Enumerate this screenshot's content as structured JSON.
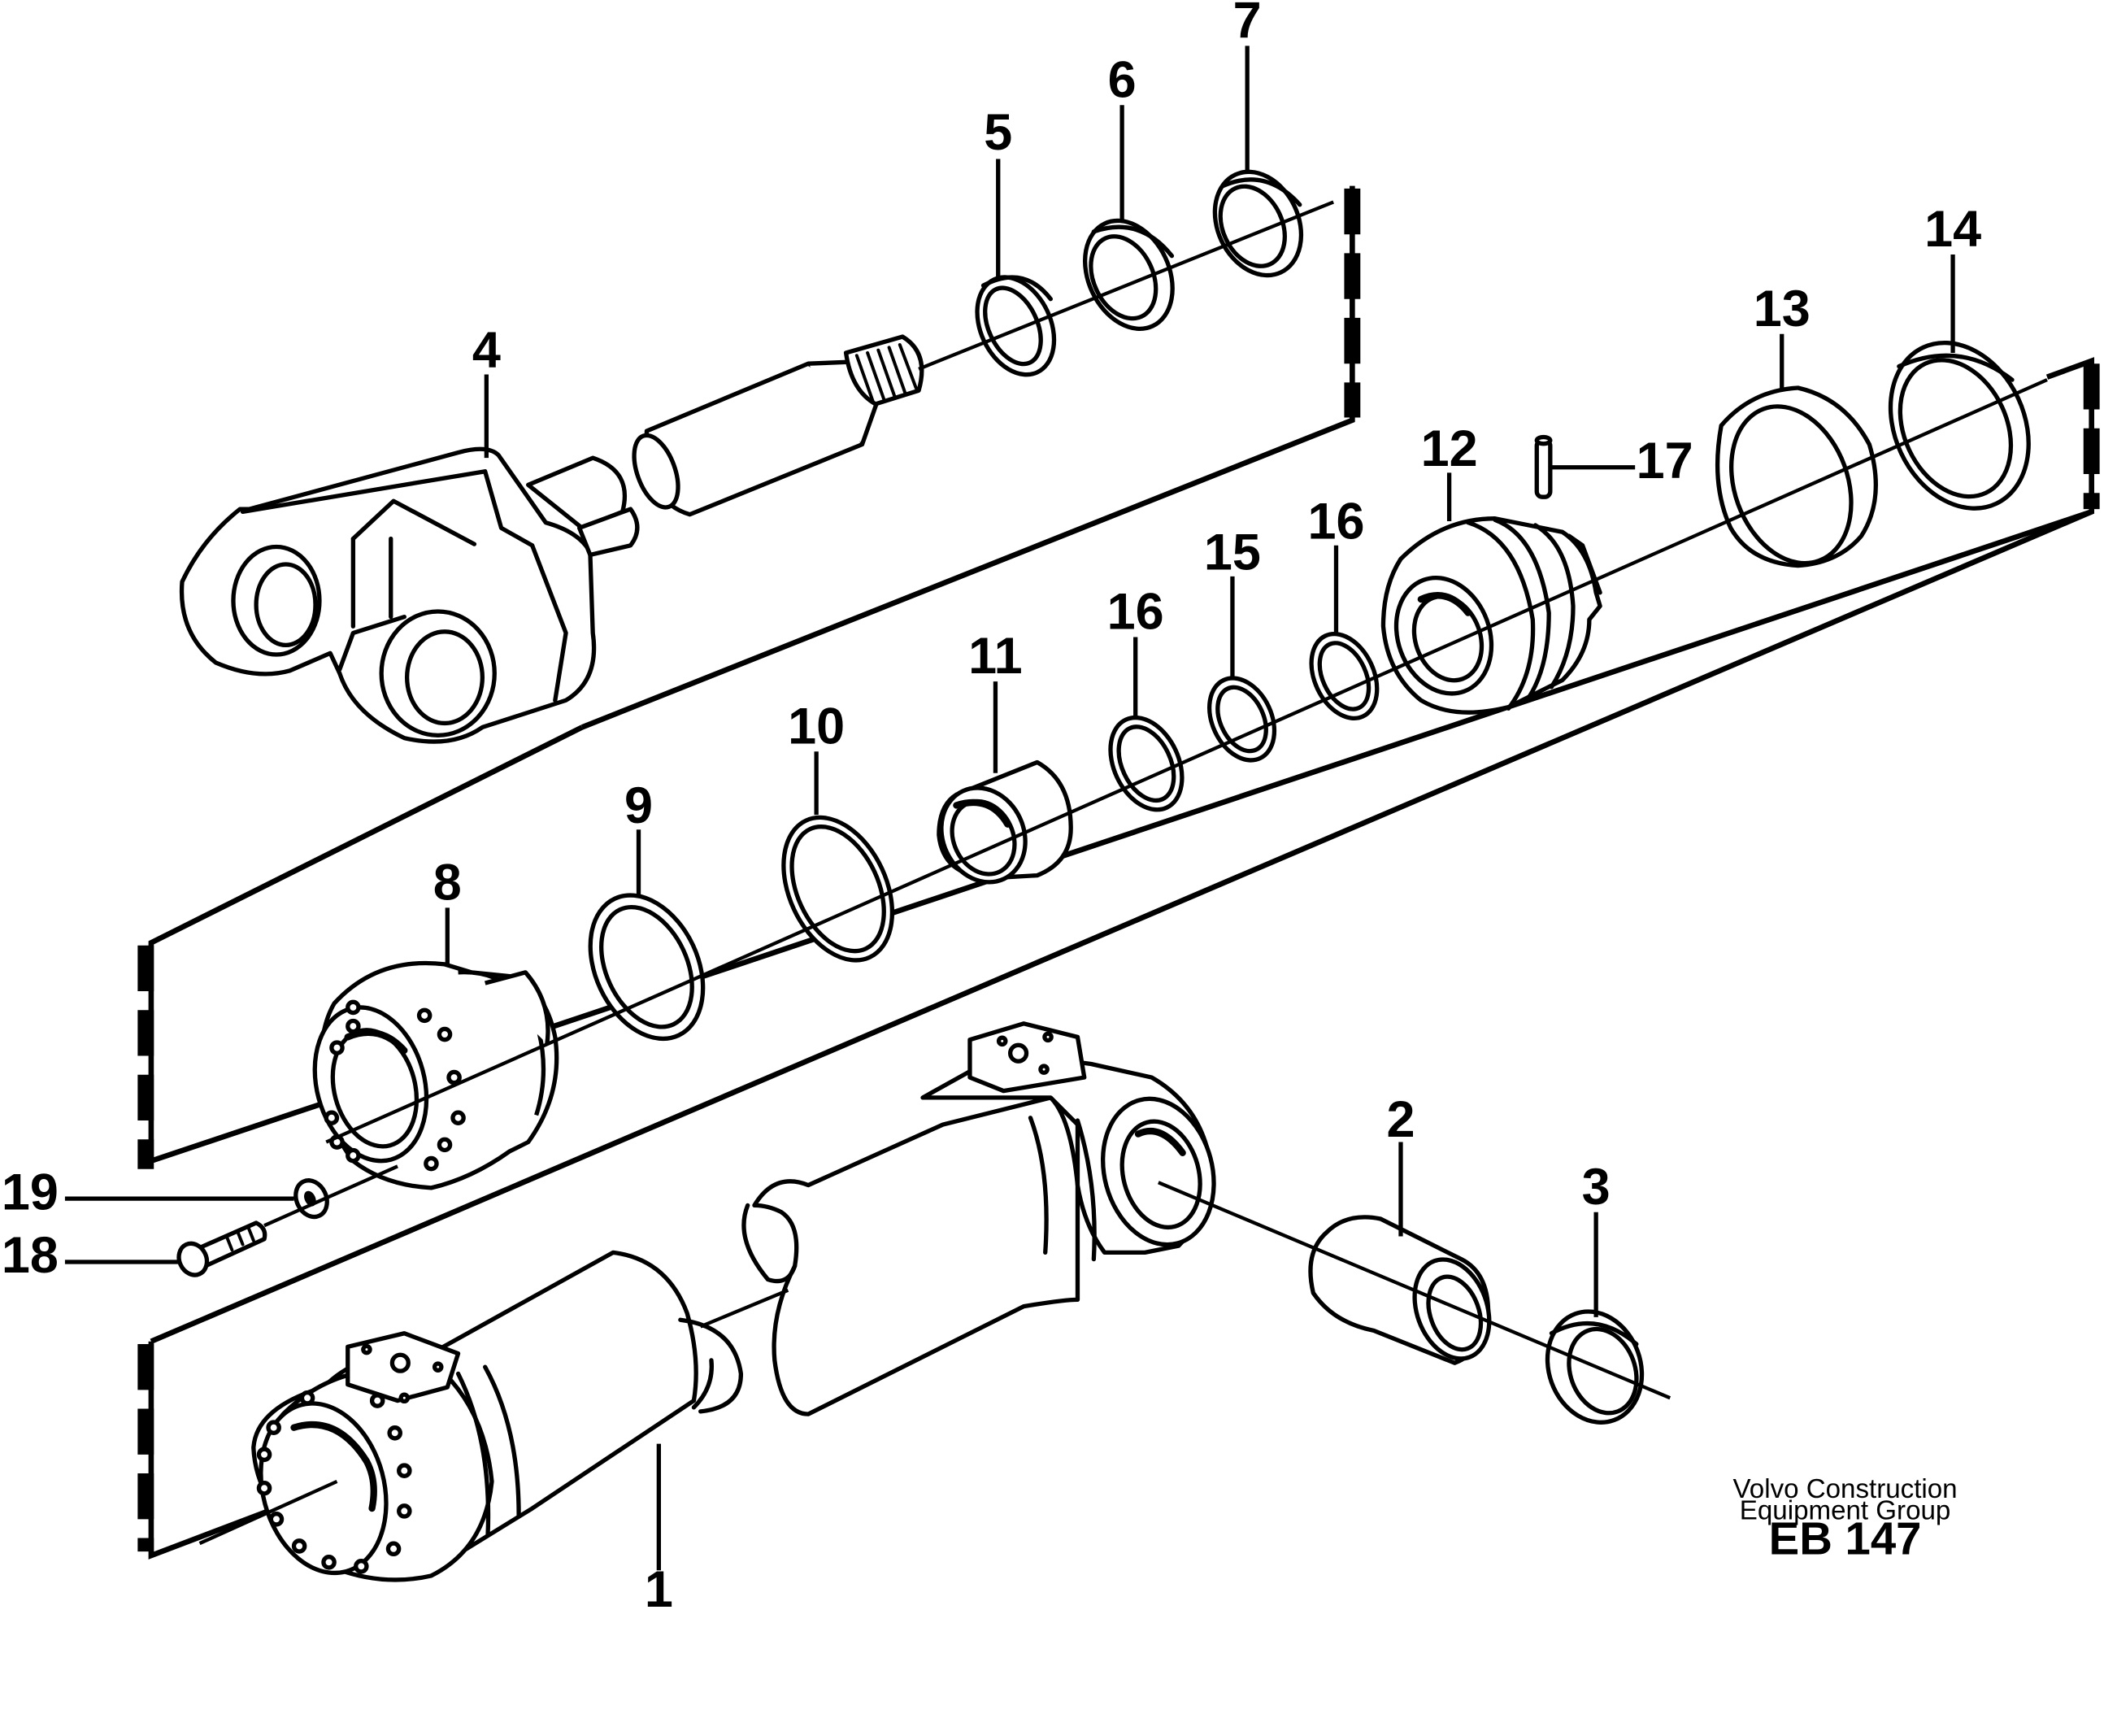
{
  "labels": {
    "p1": "1",
    "p2": "2",
    "p3": "3",
    "p4": "4",
    "p5": "5",
    "p6": "6",
    "p7": "7",
    "p8": "8",
    "p9": "9",
    "p10": "10",
    "p11": "11",
    "p12": "12",
    "p13": "13",
    "p14": "14",
    "p15": "15",
    "p16a": "16",
    "p16b": "16",
    "p17": "17",
    "p18": "18",
    "p19": "19"
  },
  "footer": {
    "company_line1": "Volvo Construction",
    "company_line2": "Equipment Group",
    "drawing_code": "EB 147"
  }
}
